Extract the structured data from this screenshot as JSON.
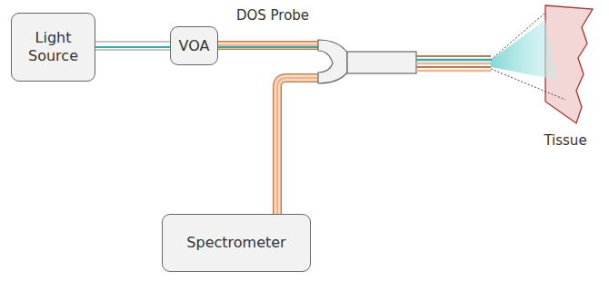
{
  "diagram": {
    "nodes": [
      {
        "text": [
          "Light Source"
        ]
      },
      {
        "text": [
          "VOA"
        ]
      },
      {
        "text": [
          "Spectrometer"
        ]
      }
    ],
    "edges": [
      {
        "from": 0,
        "to": 1,
        "arrow": "none"
      }
    ],
    "labels": [
      "DOS Probe",
      "Tissue"
    ]
  }
}
